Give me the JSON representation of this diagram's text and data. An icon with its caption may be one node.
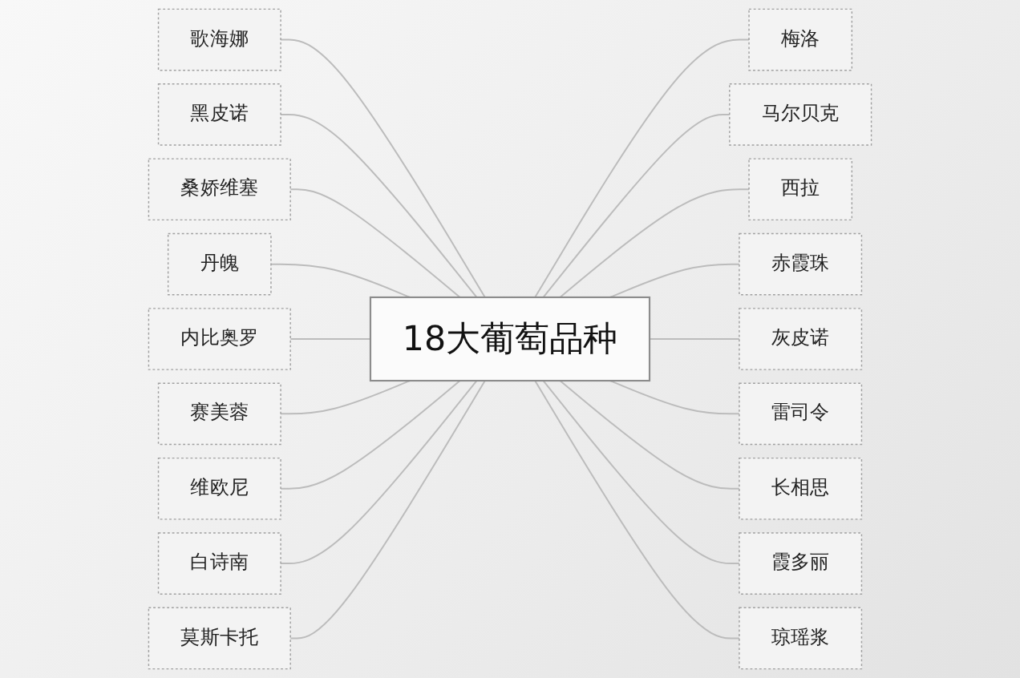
{
  "diagram": {
    "nodes": [
      {
        "text": [
          "18大葡萄品种"
        ]
      },
      {
        "text": [
          "歌海娜"
        ]
      },
      {
        "text": [
          "黑皮诺"
        ]
      },
      {
        "text": [
          "梅洛"
        ]
      },
      {
        "text": [
          "马尔贝克"
        ]
      },
      {
        "text": [
          "桑娇维塞"
        ]
      },
      {
        "text": [
          "丹魄"
        ]
      },
      {
        "text": [
          "西拉"
        ]
      },
      {
        "text": [
          "赤霞珠"
        ]
      },
      {
        "text": [
          "内比奥罗"
        ]
      },
      {
        "text": [
          "赛美蓉"
        ]
      },
      {
        "text": [
          "灰皮诺"
        ]
      },
      {
        "text": [
          "维欧尼"
        ]
      },
      {
        "text": [
          "雷司令"
        ]
      },
      {
        "text": [
          "长相思"
        ]
      },
      {
        "text": [
          "白诗南"
        ]
      },
      {
        "text": [
          "莫斯卡托"
        ]
      },
      {
        "text": [
          "霞多丽"
        ]
      },
      {
        "text": [
          "琼瑶浆"
        ]
      }
    ],
    "edges": [
      {
        "from": 1,
        "to": 0,
        "arrow": "none"
      },
      {
        "from": 2,
        "to": 0,
        "arrow": "none"
      },
      {
        "from": 0,
        "to": 3,
        "arrow": "none"
      },
      {
        "from": 0,
        "to": 4,
        "arrow": "none"
      },
      {
        "from": 5,
        "to": 0,
        "arrow": "none"
      },
      {
        "from": 6,
        "to": 0,
        "arrow": "none"
      },
      {
        "from": 0,
        "to": 7,
        "arrow": "none"
      },
      {
        "from": 0,
        "to": 8,
        "arrow": "none"
      },
      {
        "from": 9,
        "to": 0,
        "arrow": "none"
      },
      {
        "from": 10,
        "to": 0,
        "arrow": "none"
      },
      {
        "from": 0,
        "to": 11,
        "arrow": "none"
      },
      {
        "from": 12,
        "to": 0,
        "arrow": "none"
      },
      {
        "from": 0,
        "to": 13,
        "arrow": "none"
      },
      {
        "from": 0,
        "to": 14,
        "arrow": "none"
      },
      {
        "from": 15,
        "to": 0,
        "arrow": "none"
      },
      {
        "from": 16,
        "to": 0,
        "arrow": "none"
      },
      {
        "from": 0,
        "to": 17,
        "arrow": "none"
      },
      {
        "from": 0,
        "to": 18,
        "arrow": "none"
      }
    ]
  }
}
